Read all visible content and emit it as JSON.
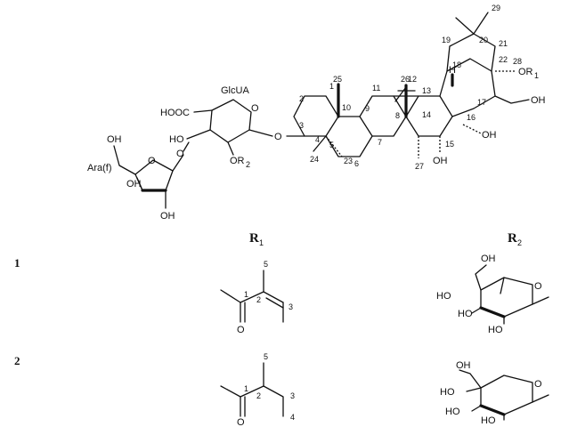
{
  "aglycone": {
    "carbon_numbers": [
      "1",
      "2",
      "3",
      "4",
      "5",
      "6",
      "7",
      "8",
      "9",
      "10",
      "11",
      "12",
      "13",
      "14",
      "15",
      "16",
      "17",
      "18",
      "19",
      "20",
      "21",
      "22",
      "23",
      "24",
      "25",
      "26",
      "27",
      "28",
      "29"
    ],
    "groups": {
      "oh_15": "OH",
      "oh_16": "OH",
      "ch2oh_28": "OH",
      "or1_22": "OR",
      "or1_sub": "1",
      "h_18": "H"
    }
  },
  "glcua": {
    "name": "GlcUA",
    "cooh": "HOOC",
    "oh": "HO",
    "or2": "OR",
    "or2_sub": "2",
    "ring_o": "O",
    "link_o": "O"
  },
  "araf": {
    "name": "Ara(f)",
    "ch2oh": "OH",
    "oh_top": "OH",
    "oh_bottom": "OH",
    "ring_o": "O",
    "link_o": "O"
  },
  "table": {
    "headers": {
      "r1": "R",
      "r1_sub": "1",
      "r2": "R",
      "r2_sub": "2"
    },
    "rows": [
      {
        "number": "1",
        "r1": {
          "carbonyl_o": "O",
          "numbers": [
            "1",
            "2",
            "3",
            "5"
          ]
        },
        "r2": {
          "ring_o": "O",
          "hydroxyls": [
            "OH",
            "HO",
            "HO",
            "HO"
          ]
        }
      },
      {
        "number": "2",
        "r1": {
          "carbonyl_o": "O",
          "numbers": [
            "1",
            "2",
            "3",
            "4",
            "5"
          ]
        },
        "r2": {
          "ring_o": "O",
          "hydroxyls": [
            "OH",
            "HO",
            "HO",
            "HO"
          ]
        }
      }
    ]
  }
}
